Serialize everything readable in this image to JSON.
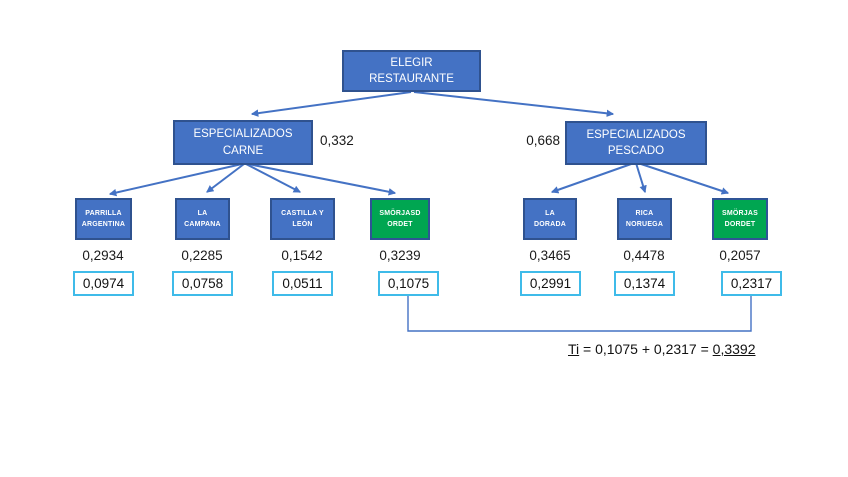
{
  "colors": {
    "node_blue": "#4472C4",
    "node_border_blue": "#2F528F",
    "node_green": "#00A651",
    "arrow_blue": "#4472C4",
    "result_box_border": "#3FBBE9",
    "text_dark": "#1a1a1a"
  },
  "root": {
    "label": "ELEGIR\nRESTAURANTE"
  },
  "branches": [
    {
      "label": "ESPECIALIZADOS\nCARNE",
      "weight": "0,332"
    },
    {
      "label": "ESPECIALIZADOS\nPESCADO",
      "weight": "0,668"
    }
  ],
  "leaves": [
    {
      "label": "PARRILLA\nARGENTINA",
      "prob": "0,2934",
      "result": "0,0974"
    },
    {
      "label": "LA\nCAMPANA",
      "prob": "0,2285",
      "result": "0,0758"
    },
    {
      "label": "CASTILLA Y\nLEÓN",
      "prob": "0,1542",
      "result": "0,0511"
    },
    {
      "label": "SMÖRJASD\nORDET",
      "prob": "0,3239",
      "result": "0,1075"
    },
    {
      "label": "LA\nDORADA",
      "prob": "0,3465",
      "result": "0,2991"
    },
    {
      "label": "RICA\nNORUEGA",
      "prob": "0,4478",
      "result": "0,1374"
    },
    {
      "label": "SMÖRJAS\nDORDET",
      "prob": "0,2057",
      "result": "0,2317"
    }
  ],
  "formula": {
    "ti": "Ti",
    "middle": " = 0,1075 + 0,2317 = ",
    "total": "0,3392"
  }
}
